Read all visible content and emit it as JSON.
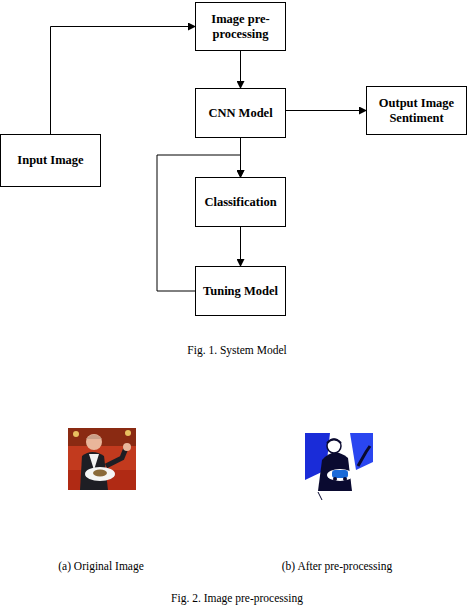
{
  "diagram": {
    "caption": "Fig. 1. System Model",
    "nodes": [
      {
        "text": [
          "Image pre-processing"
        ]
      },
      {
        "text": [
          "CNN Model"
        ]
      },
      {
        "text": [
          "Output Image Sentiment"
        ]
      },
      {
        "text": [
          "Input Image"
        ]
      },
      {
        "text": [
          "Classification"
        ]
      },
      {
        "text": [
          "Tuning Model"
        ]
      }
    ],
    "edges": [
      {
        "from": 3,
        "to": 0,
        "arrow": "to"
      },
      {
        "from": 0,
        "to": 1,
        "arrow": "to"
      },
      {
        "from": 1,
        "to": 4,
        "arrow": "to"
      },
      {
        "from": 4,
        "to": 2,
        "arrow": "to"
      },
      {
        "from": 4,
        "to": 5,
        "arrow": "to"
      },
      {
        "from": 5,
        "to": 4,
        "arrow": "to"
      }
    ],
    "labels": [
      "(a) Original Image",
      "(b) After pre-processing",
      "Fig. 2. Image pre-processing"
    ]
  }
}
